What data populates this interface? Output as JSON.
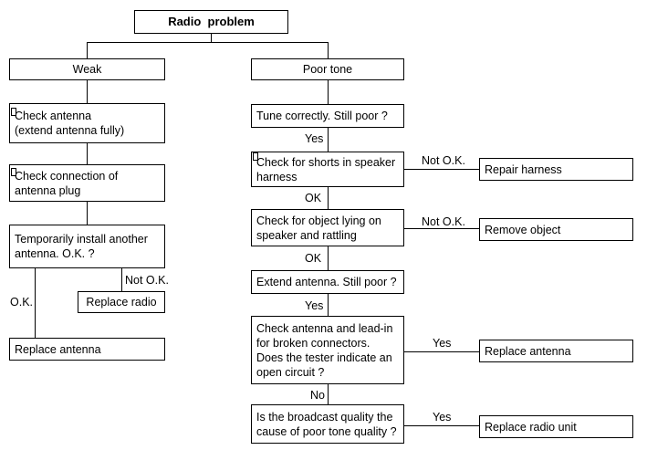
{
  "title": "Radio  problem",
  "weak": {
    "header": "Weak",
    "check_antenna": [
      "Check antenna",
      "(extend antenna fully)"
    ],
    "check_connection": [
      "Check connection of",
      "antenna plug"
    ],
    "temp_install": [
      "Temporarily install another",
      "antenna. O.K. ?"
    ],
    "not_ok_label": "Not O.K.",
    "ok_label": "O.K.",
    "replace_radio": "Replace radio",
    "replace_antenna": "Replace antenna"
  },
  "poor_tone": {
    "header": "Poor tone",
    "tune": "Tune correctly. Still poor ?",
    "yes_1": "Yes",
    "check_shorts": [
      "Check for shorts in speaker",
      "harness"
    ],
    "not_ok_1": "Not O.K.",
    "repair_harness": "Repair harness",
    "ok_1": "OK",
    "check_object": [
      "Check for object lying on",
      "speaker and rattling"
    ],
    "not_ok_2": "Not O.K.",
    "remove_object": "Remove object",
    "ok_2": "OK",
    "extend": "Extend antenna. Still poor ?",
    "yes_2": "Yes",
    "check_leadin": [
      "Check antenna and lead-in",
      "for broken connectors.",
      "Does the tester indicate an",
      "open circuit ?"
    ],
    "yes_3": "Yes",
    "replace_antenna": "Replace antenna",
    "no_label": "No",
    "broadcast": [
      "Is the broadcast quality the",
      "cause of poor tone quality ?"
    ],
    "yes_4": "Yes",
    "replace_radio_unit": "Replace radio unit"
  }
}
